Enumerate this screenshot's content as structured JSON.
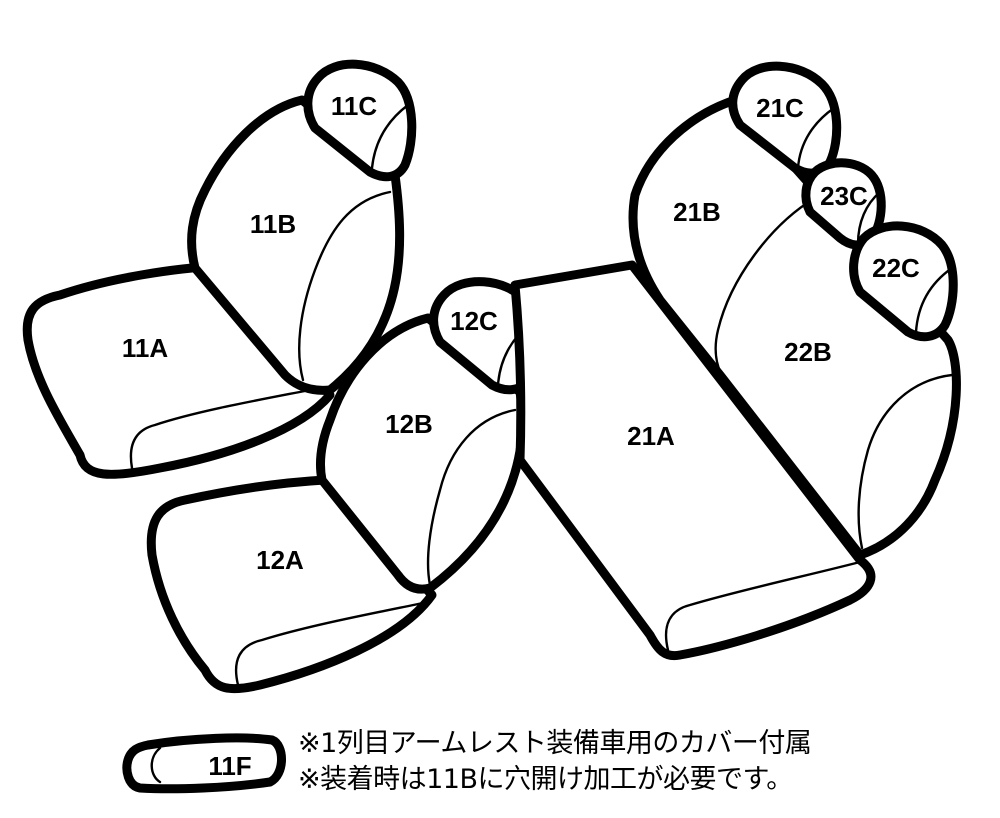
{
  "parts": {
    "p11A": "11A",
    "p11B": "11B",
    "p11C": "11C",
    "p12A": "12A",
    "p12B": "12B",
    "p12C": "12C",
    "p21A": "21A",
    "p21B": "21B",
    "p21C": "21C",
    "p22B": "22B",
    "p22C": "22C",
    "p23C": "23C",
    "p11F": "11F"
  },
  "notes": {
    "line1": "※1列目アームレスト装備車用のカバー付属",
    "line2": "※装着時は11Bに穴開け加工が必要です。"
  }
}
